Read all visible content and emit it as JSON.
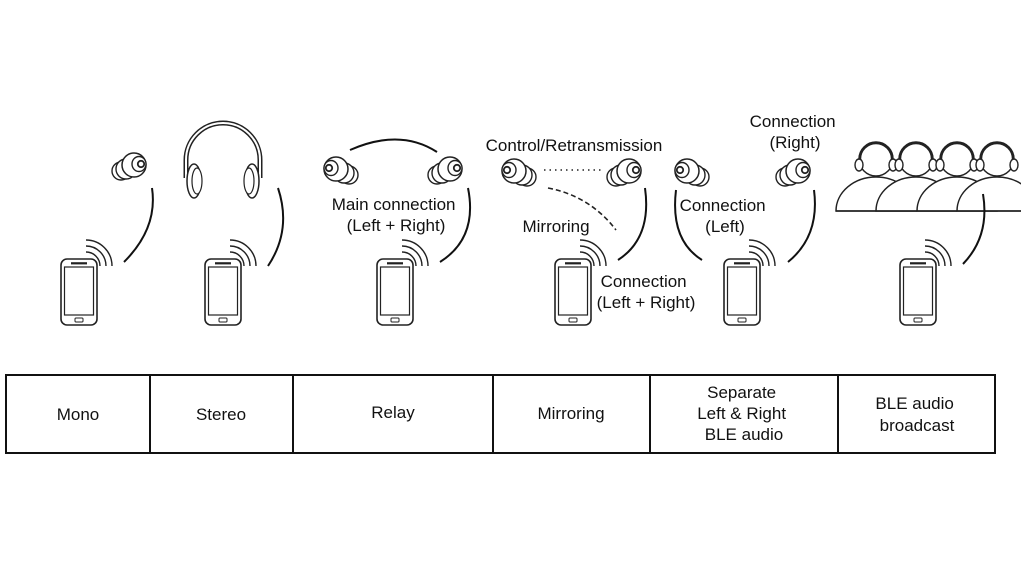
{
  "diagram": {
    "type": "audio-connection-modes",
    "modes": [
      {
        "key": "mono",
        "label_lines": [
          "Mono"
        ],
        "device": "single-earbud",
        "annotations": []
      },
      {
        "key": "stereo",
        "label_lines": [
          "Stereo"
        ],
        "device": "headphones",
        "annotations": []
      },
      {
        "key": "relay",
        "label_lines": [
          "Relay"
        ],
        "device": "earbud-pair",
        "annotations": [
          {
            "id": "relay-main",
            "lines": [
              "Main connection",
              "(Left + Right)"
            ]
          }
        ]
      },
      {
        "key": "mirroring",
        "label_lines": [
          "Mirroring"
        ],
        "device": "earbud-pair",
        "annotations": [
          {
            "id": "mir-control",
            "lines": [
              "Control/Retransmission"
            ]
          },
          {
            "id": "mir-mirror",
            "lines": [
              "Mirroring"
            ]
          },
          {
            "id": "mir-conn",
            "lines": [
              "Connection",
              "(Left + Right)"
            ]
          }
        ]
      },
      {
        "key": "separate",
        "label_lines": [
          "Separate",
          "Left & Right",
          "BLE audio"
        ],
        "device": "earbud-pair",
        "annotations": [
          {
            "id": "sep-left",
            "lines": [
              "Connection",
              "(Left)"
            ]
          },
          {
            "id": "sep-right",
            "lines": [
              "Connection",
              "(Right)"
            ]
          }
        ]
      },
      {
        "key": "broadcast",
        "label_lines": [
          "BLE audio",
          "broadcast"
        ],
        "device": "audience-group",
        "annotations": []
      }
    ],
    "icons": {
      "phone": "smartphone-icon",
      "wireless": "wireless-signal-icon",
      "earbud": "earbud-icon",
      "headphones": "headphones-icon",
      "listener": "listener-with-headset-icon"
    },
    "colors": {
      "line": "#111111",
      "background": "#ffffff"
    }
  }
}
